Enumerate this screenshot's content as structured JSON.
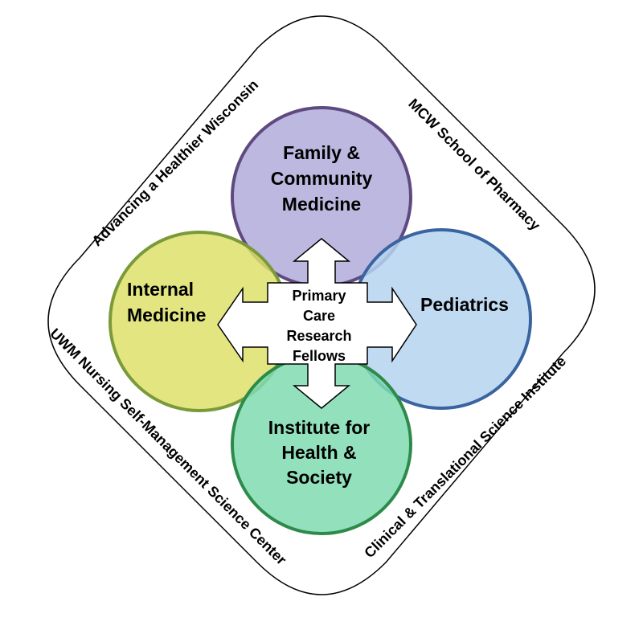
{
  "circles": {
    "family": {
      "line1": "Family &",
      "line2": "Community",
      "line3": "Medicine",
      "fill": "#b1acd9",
      "stroke": "#5e4a80"
    },
    "internal": {
      "line1": "Internal",
      "line2": "Medicine",
      "fill": "#dde06a",
      "stroke": "#7a9a3a"
    },
    "pediatrics": {
      "line1": "Pediatrics",
      "fill": "#b5d3f0",
      "stroke": "#3a64a0"
    },
    "institute": {
      "line1": "Institute for",
      "line2": "Health &",
      "line3": "Society",
      "fill": "#7fdcb0",
      "stroke": "#2e8a4a"
    }
  },
  "center": {
    "line1": "Primary",
    "line2": "Care",
    "line3": "Research",
    "line4": "Fellows"
  },
  "partners": {
    "top_left": "Advancing a Healthier Wisconsin",
    "top_right": "MCW School of Pharmacy",
    "bottom_left": "UWM Nursing Self-Management Science Center",
    "bottom_right": "Clinical & Translational Science Institute"
  }
}
